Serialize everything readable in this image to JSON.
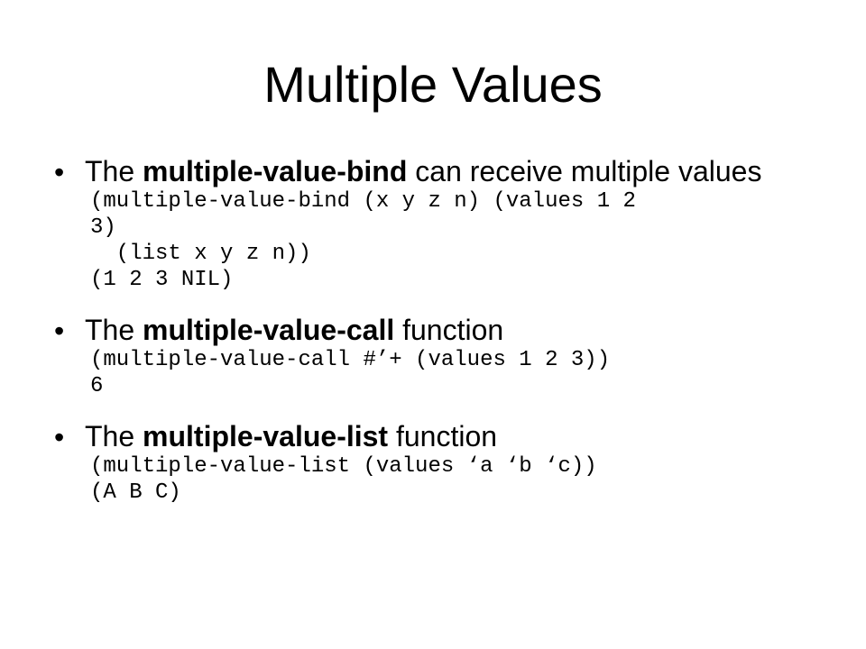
{
  "title": "Multiple Values",
  "bullets": [
    {
      "text_before": "The ",
      "keyword": "multiple-value-bind",
      "text_after": " can receive multiple values",
      "code_lines": [
        "(multiple-value-bind (x y z n) (values 1 2",
        "3)",
        "  (list x y z n))",
        "(1 2 3 NIL)"
      ]
    },
    {
      "text_before": "The ",
      "keyword": "multiple-value-call",
      "text_after": " function",
      "code_lines": [
        "(multiple-value-call #’+ (values 1 2 3))",
        "6"
      ]
    },
    {
      "text_before": "The ",
      "keyword": "multiple-value-list",
      "text_after": " function",
      "code_lines": [
        "(multiple-value-list (values ‘a ‘b ‘c))",
        "(A B C)"
      ]
    }
  ]
}
